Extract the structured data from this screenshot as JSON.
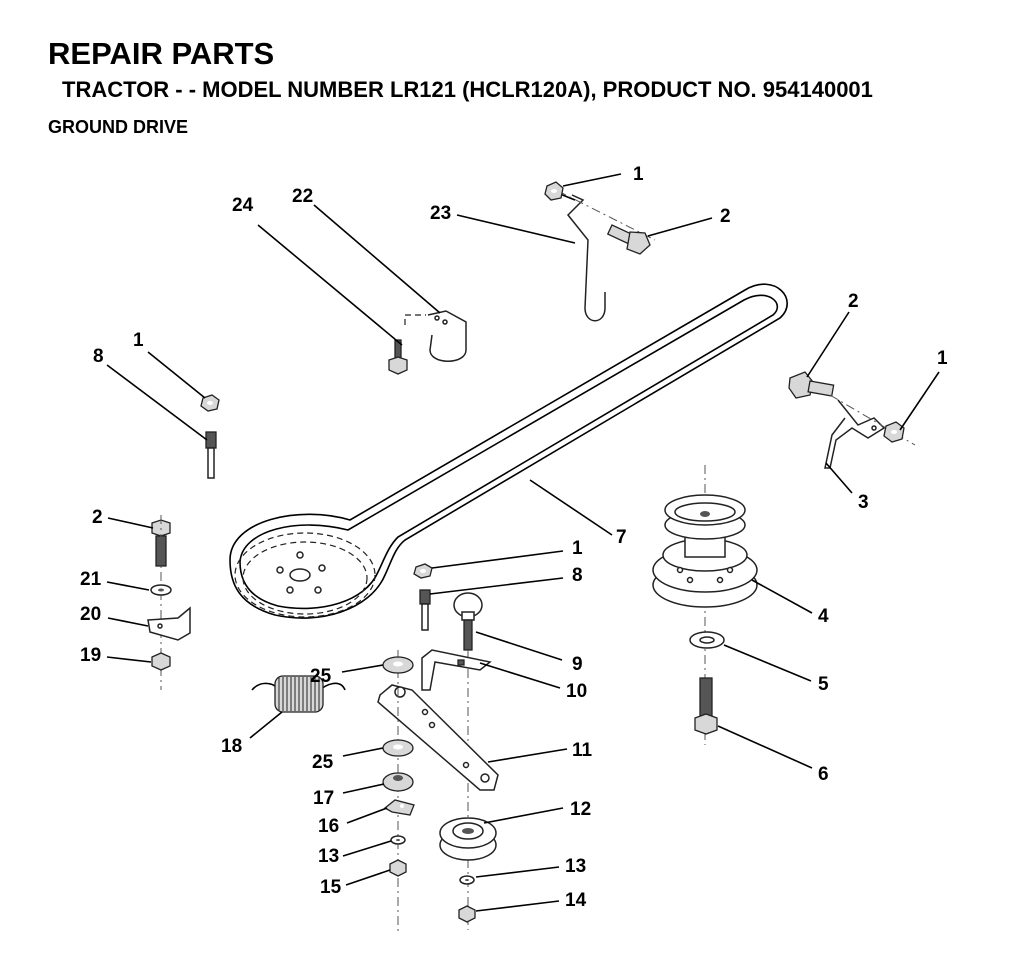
{
  "header": {
    "title": "REPAIR PARTS",
    "subtitle": "TRACTOR - - MODEL NUMBER LR121 (HCLR120A), PRODUCT NO. 954140001",
    "section": "GROUND DRIVE"
  },
  "callouts": [
    {
      "id": "c1a",
      "label": "1"
    },
    {
      "id": "c2a",
      "label": "2"
    },
    {
      "id": "c23",
      "label": "23"
    },
    {
      "id": "c24",
      "label": "24"
    },
    {
      "id": "c22",
      "label": "22"
    },
    {
      "id": "c1b",
      "label": "1"
    },
    {
      "id": "c8a",
      "label": "8"
    },
    {
      "id": "c2b",
      "label": "2"
    },
    {
      "id": "c1c",
      "label": "1"
    },
    {
      "id": "c3",
      "label": "3"
    },
    {
      "id": "c7",
      "label": "7"
    },
    {
      "id": "c2c",
      "label": "2"
    },
    {
      "id": "c21",
      "label": "21"
    },
    {
      "id": "c20",
      "label": "20"
    },
    {
      "id": "c19",
      "label": "19"
    },
    {
      "id": "c1d",
      "label": "1"
    },
    {
      "id": "c8b",
      "label": "8"
    },
    {
      "id": "c4",
      "label": "4"
    },
    {
      "id": "c9",
      "label": "9"
    },
    {
      "id": "c10",
      "label": "10"
    },
    {
      "id": "c25a",
      "label": "25"
    },
    {
      "id": "c5",
      "label": "5"
    },
    {
      "id": "c18",
      "label": "18"
    },
    {
      "id": "c11",
      "label": "11"
    },
    {
      "id": "c25b",
      "label": "25"
    },
    {
      "id": "c6",
      "label": "6"
    },
    {
      "id": "c17",
      "label": "17"
    },
    {
      "id": "c12",
      "label": "12"
    },
    {
      "id": "c16",
      "label": "16"
    },
    {
      "id": "c13a",
      "label": "13"
    },
    {
      "id": "c13b",
      "label": "13"
    },
    {
      "id": "c15",
      "label": "15"
    },
    {
      "id": "c14",
      "label": "14"
    }
  ]
}
